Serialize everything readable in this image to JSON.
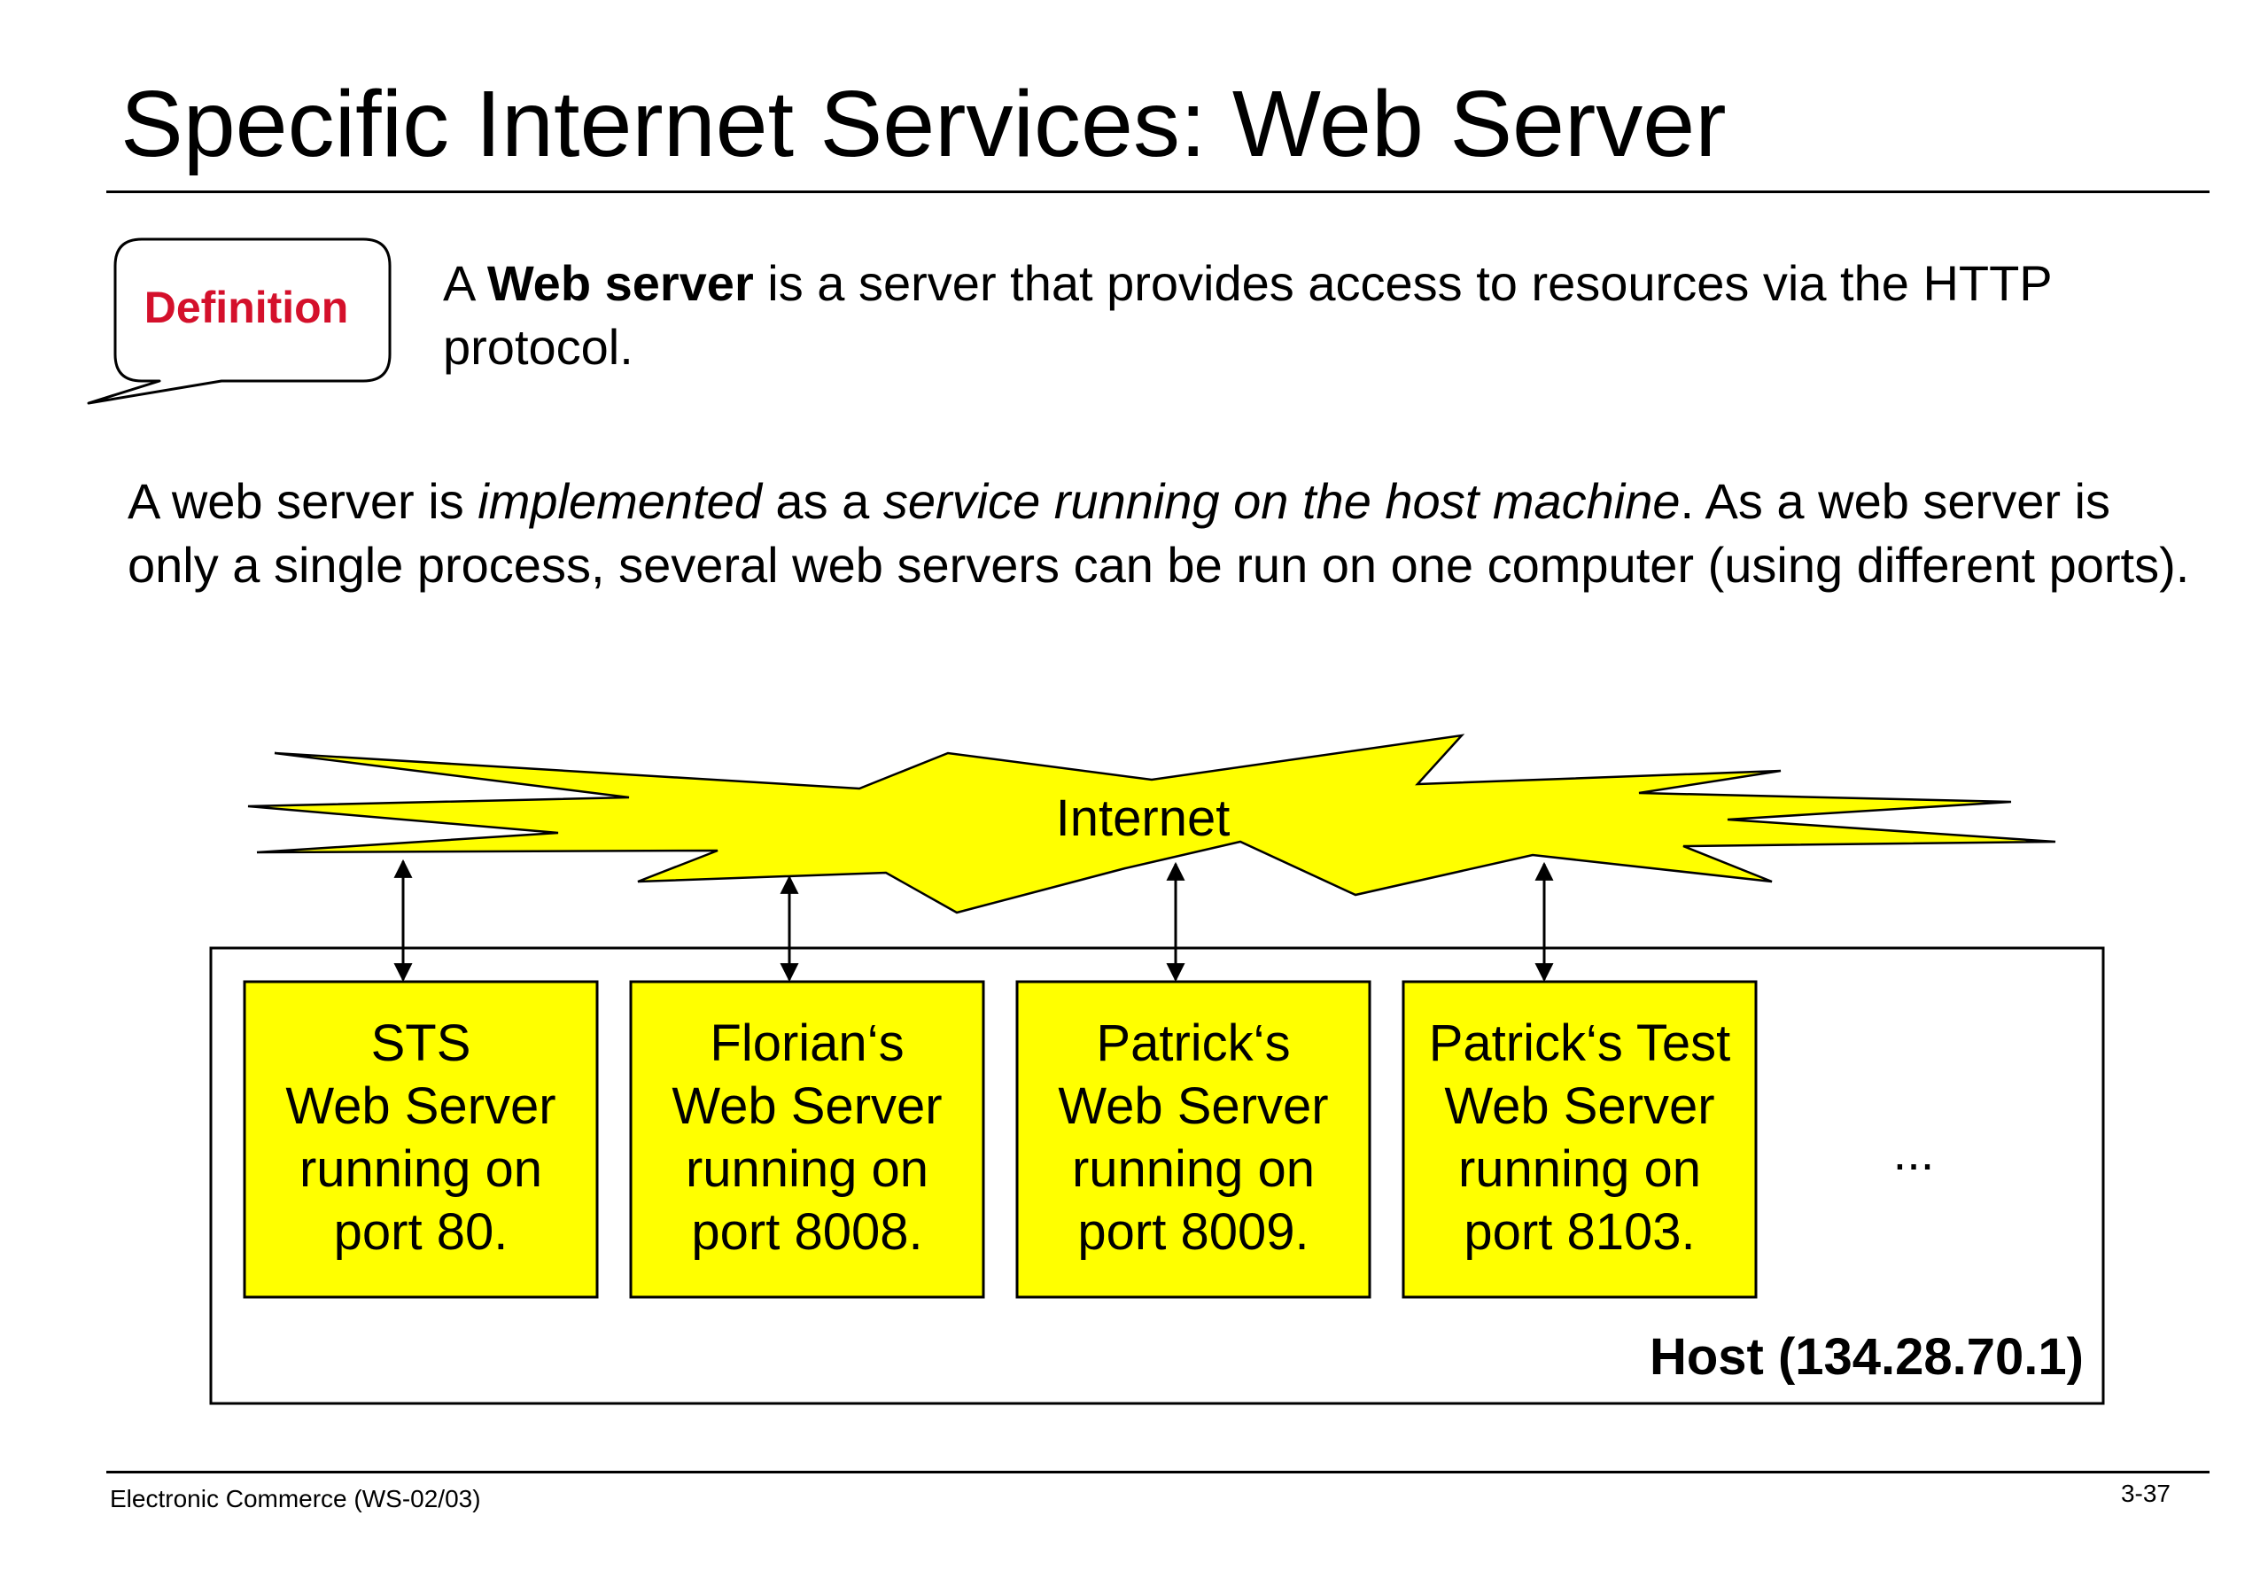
{
  "title": "Specific Internet Services: Web Server",
  "definition": {
    "label": "Definition",
    "prefix": "A ",
    "term": "Web server",
    "rest": " is a server that provides access to resources via the HTTP protocol."
  },
  "paragraph": {
    "p1": "A web server is ",
    "em1": "implemented",
    "p2": " as a ",
    "em2": "service running on the host machine",
    "p3": ". As a web server is only a single process, several web servers can be run on one computer (using different ports)."
  },
  "diagram": {
    "internet_label": "Internet",
    "host_label": "Host (134.28.70.1)",
    "ellipsis": "...",
    "servers": [
      {
        "line1": "STS",
        "line2": "Web Server",
        "line3": "running on",
        "line4": "port 80."
      },
      {
        "line1": "Florian‘s",
        "line2": "Web Server",
        "line3": "running on",
        "line4": "port 8008."
      },
      {
        "line1": "Patrick‘s",
        "line2": "Web Server",
        "line3": "running on",
        "line4": "port 8009."
      },
      {
        "line1": "Patrick‘s Test",
        "line2": "Web Server",
        "line3": "running on",
        "line4": "port 8103."
      }
    ],
    "colors": {
      "box_fill": "#ffff00",
      "label_red": "#d4102b",
      "line": "#000000"
    }
  },
  "footer": {
    "left": "Electronic Commerce (WS-02/03)",
    "right": "3-37"
  }
}
